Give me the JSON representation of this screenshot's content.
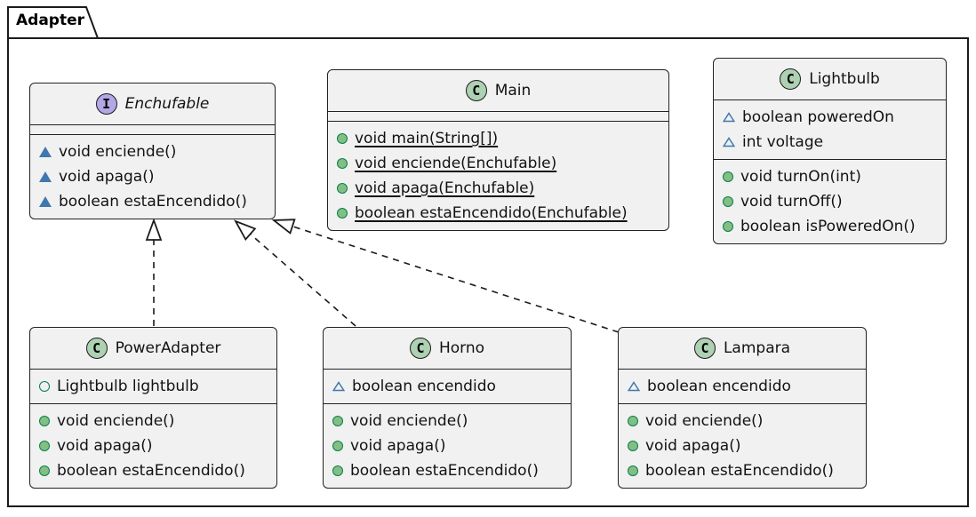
{
  "frame": {
    "label": "Adapter"
  },
  "icons": {
    "interface_letter": "I",
    "class_letter": "C"
  },
  "colors": {
    "box_bg": "#F1F1F1",
    "box_border": "#222222",
    "icon_border": "#1b1b1b",
    "class_icon_bg": "#ADD1B2",
    "interface_icon_bg": "#B4A7E6",
    "public_green": "#84BE84",
    "public_green_border": "#038048",
    "package_blue": "#4177AF",
    "line_color": "#1b1b1b"
  },
  "classes": {
    "enchufable": {
      "kind": "interface",
      "name": "Enchufable",
      "fields": [],
      "methods": [
        "void enciende()",
        "void apaga()",
        "boolean estaEncendido()"
      ]
    },
    "main": {
      "kind": "class",
      "name": "Main",
      "fields": [],
      "methods": [
        "void main(String[])",
        "void enciende(Enchufable)",
        "void apaga(Enchufable)",
        "boolean estaEncendido(Enchufable)"
      ]
    },
    "lightbulb": {
      "kind": "class",
      "name": "Lightbulb",
      "fields": [
        "boolean poweredOn",
        "int voltage"
      ],
      "methods": [
        "void turnOn(int)",
        "void turnOff()",
        "boolean isPoweredOn()"
      ]
    },
    "poweradapter": {
      "kind": "class",
      "name": "PowerAdapter",
      "fields": [
        "Lightbulb lightbulb"
      ],
      "methods": [
        "void enciende()",
        "void apaga()",
        "boolean estaEncendido()"
      ]
    },
    "horno": {
      "kind": "class",
      "name": "Horno",
      "fields": [
        "boolean encendido"
      ],
      "methods": [
        "void enciende()",
        "void apaga()",
        "boolean estaEncendido()"
      ]
    },
    "lampara": {
      "kind": "class",
      "name": "Lampara",
      "fields": [
        "boolean encendido"
      ],
      "methods": [
        "void enciende()",
        "void apaga()",
        "boolean estaEncendido()"
      ]
    }
  },
  "relations": [
    {
      "from": "PowerAdapter",
      "to": "Enchufable",
      "type": "realization",
      "line": "dashed",
      "arrowhead": "hollow-triangle"
    },
    {
      "from": "Horno",
      "to": "Enchufable",
      "type": "realization",
      "line": "dashed",
      "arrowhead": "hollow-triangle"
    },
    {
      "from": "Lampara",
      "to": "Enchufable",
      "type": "realization",
      "line": "dashed",
      "arrowhead": "hollow-triangle"
    }
  ]
}
